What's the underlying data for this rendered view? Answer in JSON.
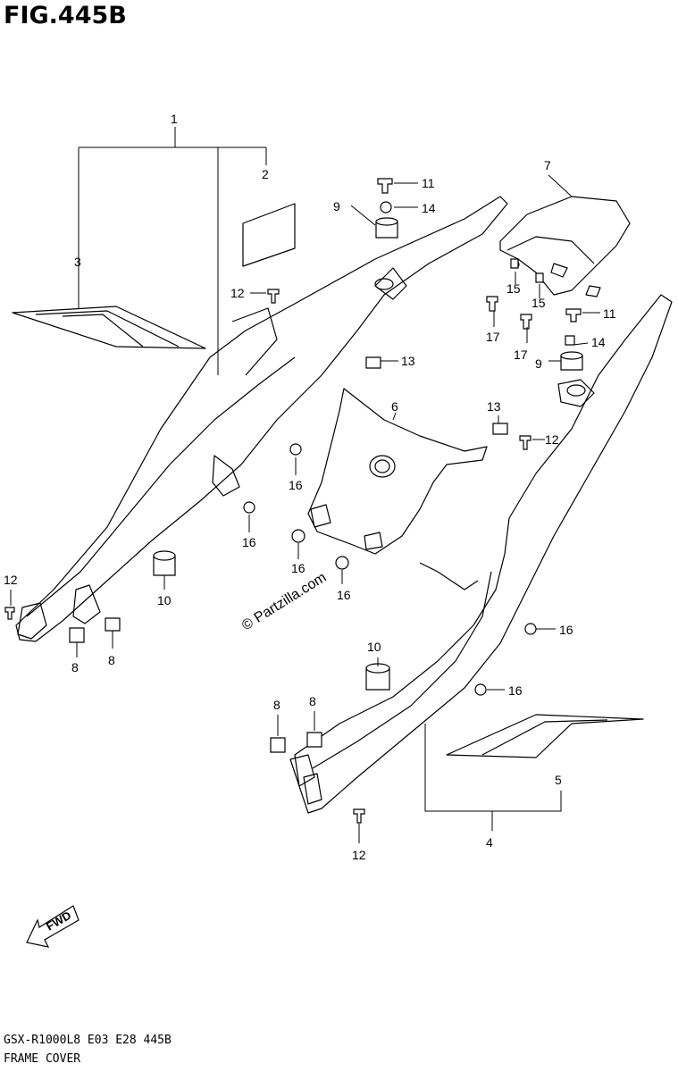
{
  "figure": {
    "title": "FIG.445B"
  },
  "footer": {
    "code": "GSX-R1000L8  E03  E28  445B",
    "name": "FRAME COVER"
  },
  "watermark": "© Partzilla.com",
  "fwd_label": "FWD",
  "callouts": {
    "c1": "1",
    "c2": "2",
    "c3": "3",
    "c4": "4",
    "c5": "5",
    "c6": "6",
    "c7": "7",
    "c8a": "8",
    "c8b": "8",
    "c8c": "8",
    "c8d": "8",
    "c9a": "9",
    "c9b": "9",
    "c10a": "10",
    "c10b": "10",
    "c11a": "11",
    "c11b": "11",
    "c12a": "12",
    "c12b": "12",
    "c12c": "12",
    "c12d": "12",
    "c13a": "13",
    "c13b": "13",
    "c14a": "14",
    "c14b": "14",
    "c15a": "15",
    "c15b": "15",
    "c16a": "16",
    "c16b": "16",
    "c16c": "16",
    "c16d": "16",
    "c16e": "16",
    "c16f": "16",
    "c17a": "17",
    "c17b": "17"
  }
}
